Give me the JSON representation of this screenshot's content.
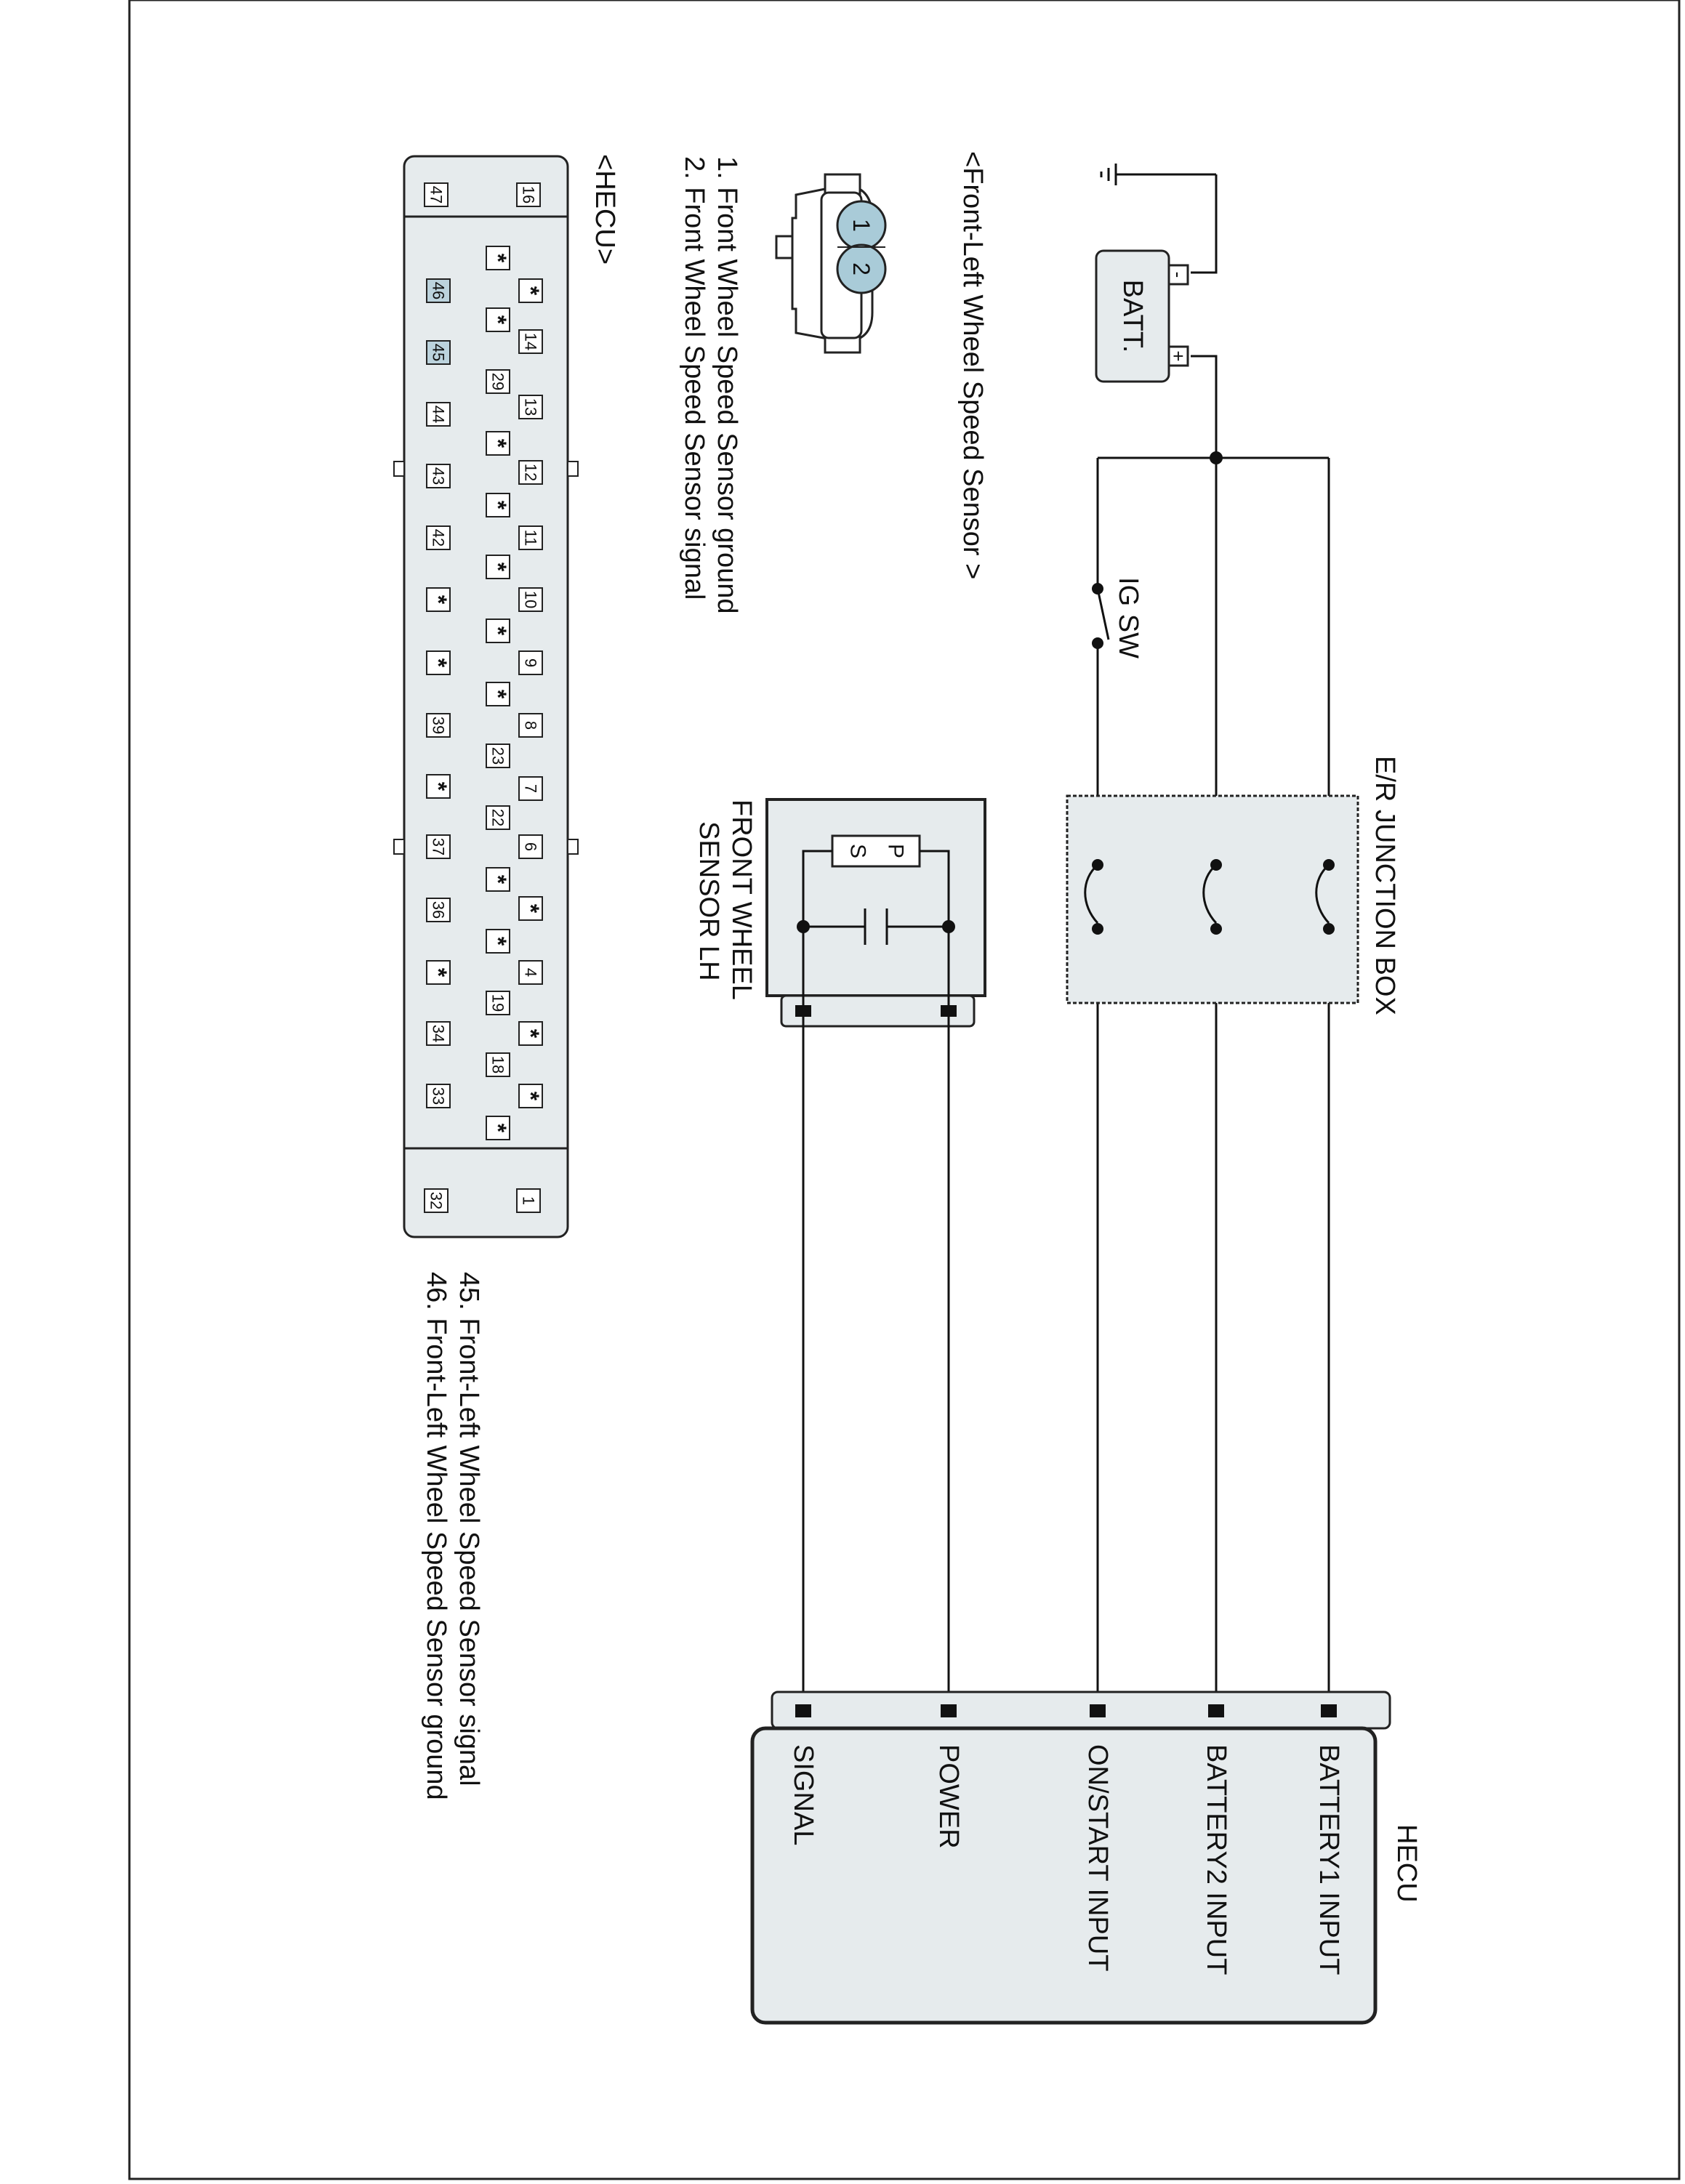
{
  "diagram": {
    "battery": {
      "label": "BATT.",
      "neg": "-",
      "pos": "+"
    },
    "ig_switch": {
      "label": "IG SW"
    },
    "junction_box": {
      "label": "E/R JUNCTION BOX"
    },
    "wheel_sensor": {
      "label_line1": "FRONT WHEEL",
      "label_line2": "SENSOR LH",
      "pole_p": "P",
      "pole_s": "S"
    },
    "hecu": {
      "title": "HECU",
      "inputs": [
        "BATTERY1 INPUT",
        "BATTERY2 INPUT",
        "ON/START INPUT",
        "POWER",
        "SIGNAL"
      ]
    },
    "sensor_connector": {
      "title": "<Front-Left Wheel Speed Sensor >",
      "pin1": "1",
      "pin2": "2",
      "legend": [
        "1. Front Wheel Speed Sensor ground",
        "2. Front Wheel Speed Sensor signal"
      ]
    },
    "hecu_connector": {
      "title": "<HECU>",
      "corner_top": [
        "16",
        "1"
      ],
      "corner_bottom": [
        "47",
        "32"
      ],
      "upper_row": [
        "*",
        "14",
        "13",
        "12",
        "11",
        "10",
        "9",
        "8",
        "7",
        "6",
        "*",
        "4",
        "*",
        "*"
      ],
      "upper_inner_row": [
        "*",
        "*",
        "29",
        "*",
        "*",
        "*",
        "*",
        "*",
        "23",
        "22",
        "*",
        "*",
        "19",
        "18",
        "*"
      ],
      "lower_row": [
        "46",
        "45",
        "44",
        "43",
        "42",
        "*",
        "*",
        "39",
        "*",
        "37",
        "36",
        "*",
        "34",
        "33"
      ],
      "highlight_pins": [
        "46",
        "45"
      ],
      "legend": [
        "45. Front-Left Wheel Speed Sensor signal",
        "46. Front-Left Wheel Speed Sensor ground"
      ]
    },
    "colors": {
      "box_fill": "#e6ebed",
      "pin_highlight": "#bcd3dd",
      "pin_circle": "#a9cbd8",
      "wire": "#111111"
    }
  }
}
